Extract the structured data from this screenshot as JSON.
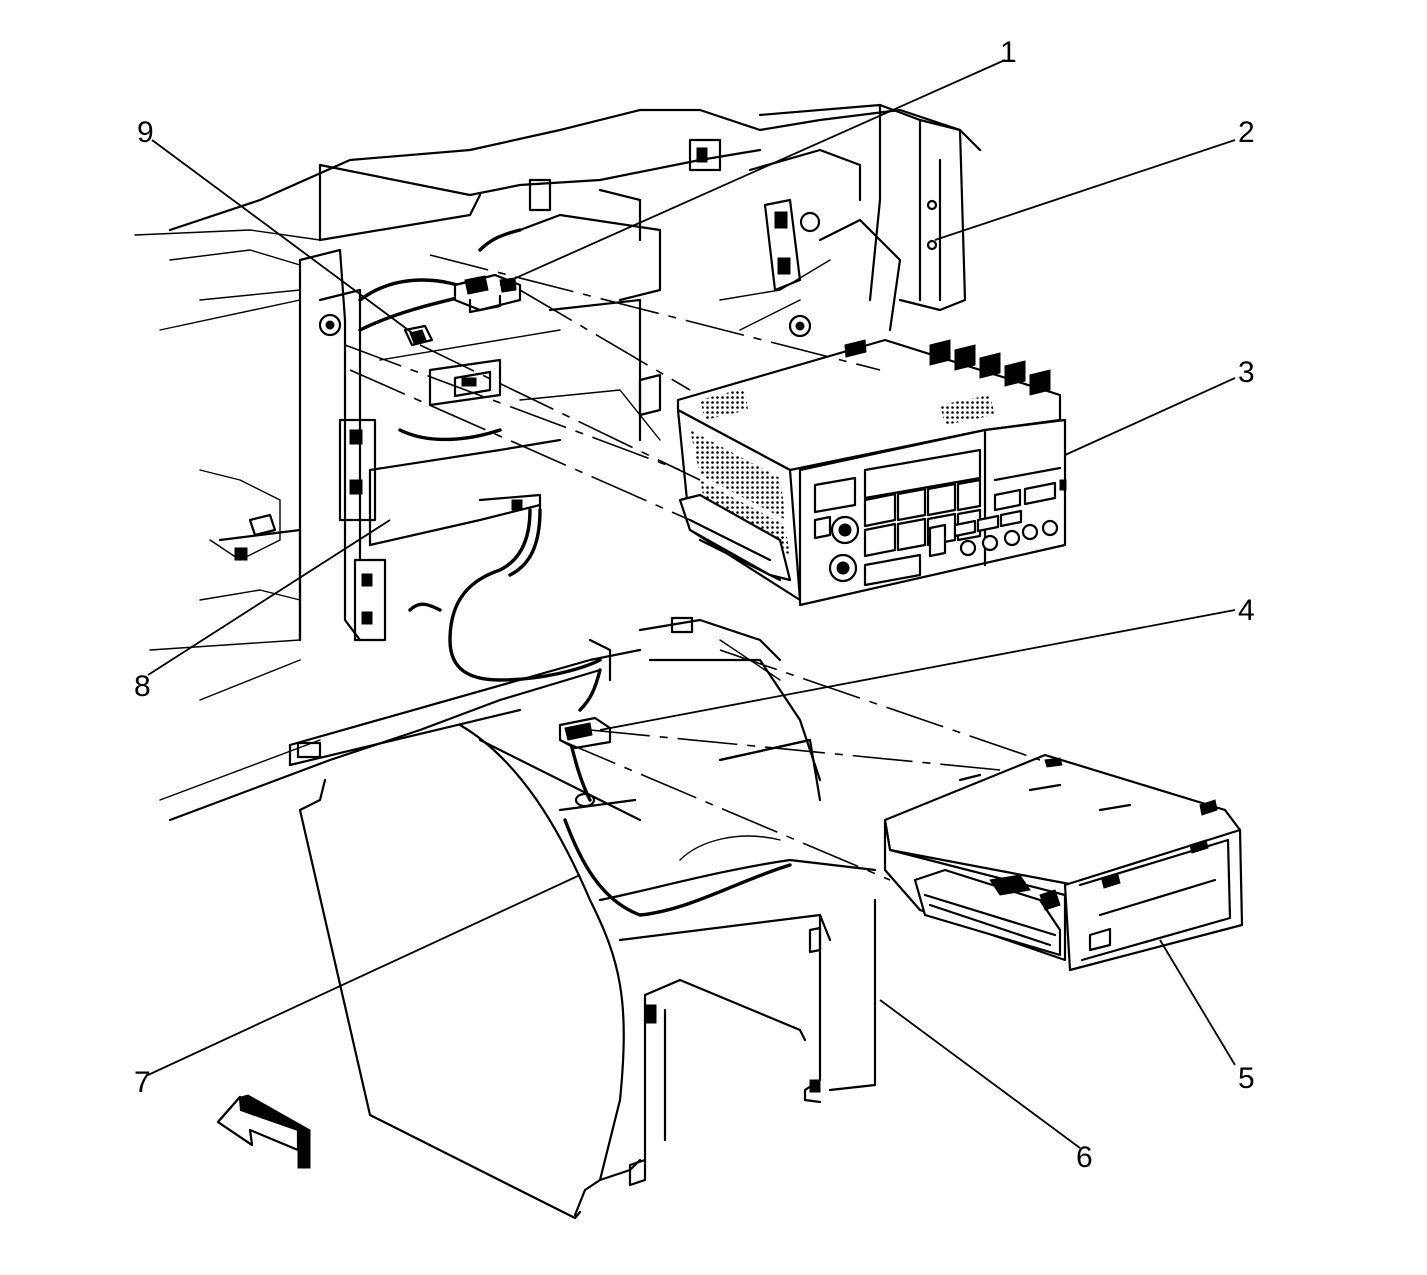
{
  "callouts": [
    {
      "id": "1",
      "text": "1"
    },
    {
      "id": "2",
      "text": "2"
    },
    {
      "id": "3",
      "text": "3"
    },
    {
      "id": "4",
      "text": "4"
    },
    {
      "id": "5",
      "text": "5"
    },
    {
      "id": "6",
      "text": "6"
    },
    {
      "id": "7",
      "text": "7"
    },
    {
      "id": "8",
      "text": "8"
    },
    {
      "id": "9",
      "text": "9"
    }
  ],
  "icons": {
    "direction_arrow": "front-direction-arrow-icon"
  }
}
